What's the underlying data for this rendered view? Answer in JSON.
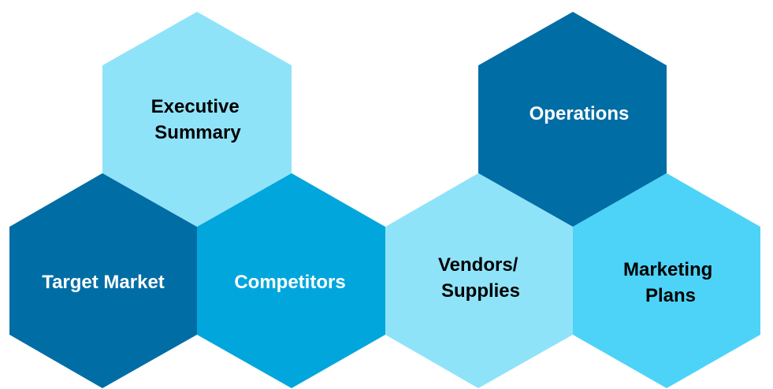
{
  "diagram": {
    "hexagons": [
      {
        "id": "executive-summary",
        "lines": [
          "Executive",
          "Summary"
        ],
        "fill": "#8FE3F9",
        "text_color": "#000000"
      },
      {
        "id": "target-market",
        "lines": [
          "Target Market"
        ],
        "fill": "#006DA5",
        "text_color": "#FFFFFF"
      },
      {
        "id": "competitors",
        "lines": [
          "Competitors"
        ],
        "fill": "#00A6DC",
        "text_color": "#FFFFFF"
      },
      {
        "id": "operations",
        "lines": [
          "Operations"
        ],
        "fill": "#006DA5",
        "text_color": "#FFFFFF"
      },
      {
        "id": "vendors-supplies",
        "lines": [
          "Vendors/",
          "Supplies"
        ],
        "fill": "#8FE3F9",
        "text_color": "#000000"
      },
      {
        "id": "marketing-plans",
        "lines": [
          "Marketing",
          "Plans"
        ],
        "fill": "#4DD3F7",
        "text_color": "#000000"
      }
    ]
  }
}
